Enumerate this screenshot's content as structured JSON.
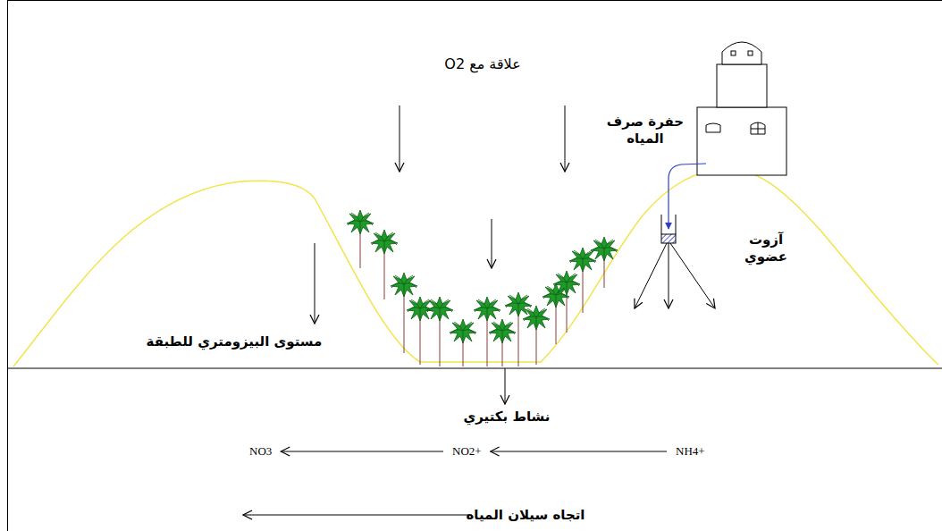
{
  "diagram": {
    "nodes": [
      {
        "text": [
          "NO3"
        ]
      },
      {
        "text": [
          "NO2+"
        ]
      },
      {
        "text": [
          "NH4+"
        ]
      }
    ],
    "edges": [
      {
        "from": 2,
        "to": 1,
        "arrow": "to"
      },
      {
        "from": 1,
        "to": 0,
        "arrow": "to"
      }
    ],
    "labels": [
      "علاقة مع O2",
      "حفرة صرف المياه",
      "آزوت عضوي",
      "مستوى البيزومتري للطبقة",
      "نشاط بكتيري",
      "اتجاه سيلان المياه"
    ]
  }
}
